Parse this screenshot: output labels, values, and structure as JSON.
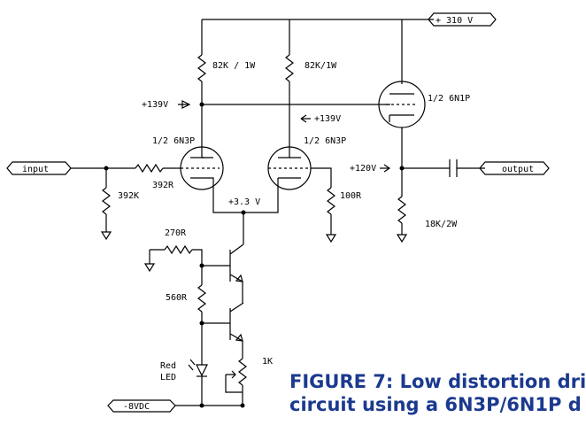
{
  "labels": {
    "supply": "+ 310 V",
    "r1": "82K / 1W",
    "r2": "82K/1W",
    "v139_left": "+139V",
    "v139_mid": "+139V",
    "tube_out": "1/2 6N1P",
    "tube_in_left": "1/2 6N3P",
    "tube_in_right": "1/2 6N3P",
    "v120": "+120V",
    "input": "input",
    "output": "output",
    "r392k": "392K",
    "r392r": "392R",
    "v33": "+3.3 V",
    "r100": "100R",
    "r18k": "18K/2W",
    "r270": "270R",
    "r560": "560R",
    "led_line1": "Red",
    "led_line2": "LED",
    "pot": "1K",
    "neg_supply": "-8VDC"
  },
  "caption": {
    "line1": "FIGURE 7: Low distortion dri",
    "line2": "circuit using a 6N3P/6N1P d"
  }
}
